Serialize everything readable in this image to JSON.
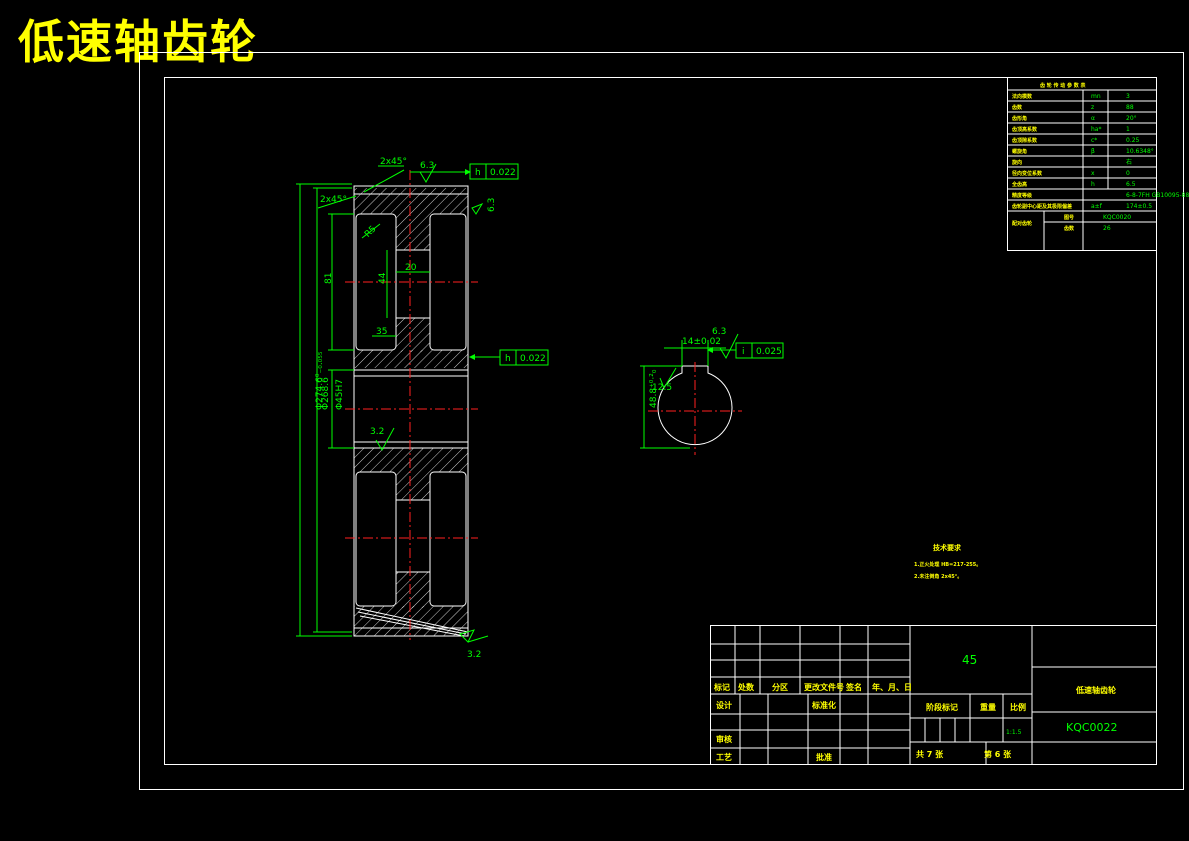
{
  "title": "低速轴齿轮",
  "params_table": {
    "header": "齿 轮 传 动 参 数 表",
    "rows": [
      {
        "name": "法向模数",
        "symbol": "mn",
        "value": "3"
      },
      {
        "name": "齿数",
        "symbol": "z",
        "value": "88"
      },
      {
        "name": "齿形角",
        "symbol": "α",
        "value": "20°"
      },
      {
        "name": "齿顶高系数",
        "symbol": "ha*",
        "value": "1"
      },
      {
        "name": "齿顶隙系数",
        "symbol": "c*",
        "value": "0.25"
      },
      {
        "name": "螺旋角",
        "symbol": "β",
        "value": "10.6348°"
      },
      {
        "name": "旋向",
        "symbol": "",
        "value": "右"
      },
      {
        "name": "径向变位系数",
        "symbol": "x",
        "value": "0"
      },
      {
        "name": "全齿高",
        "symbol": "h",
        "value": "6.5"
      },
      {
        "name": "精度等级",
        "symbol": "",
        "value": "6-8-7FH GB10095-88"
      },
      {
        "name": "齿轮副中心距及其极限偏差",
        "symbol": "a±f",
        "value": "174±0.5"
      }
    ],
    "pair_label": "配对齿轮",
    "pair_rows": [
      {
        "name": "图号",
        "value": "KQC0020"
      },
      {
        "name": "齿数",
        "value": "26"
      }
    ]
  },
  "dimensions": {
    "chamfer_top": "2x45°",
    "chamfer_left": "2x45°",
    "rough_top": "6.3",
    "rough_right": "6.3",
    "rough_hub": "3.2",
    "rough_bottom": "3.2",
    "tol_top_sym": "h",
    "tol_top_val": "0.022",
    "tol_mid_sym": "h",
    "tol_mid_val": "0.022",
    "r5": "R5",
    "d20": "20",
    "d44": "44",
    "d35": "35",
    "d81": "81",
    "dia_tip": "Φ274.6⁰₋₀.₀₅₅",
    "dia_rim": "Φ268.6",
    "dia_bore": "Φ45H7",
    "key_width": "14±0.02",
    "key_rough": "6.3",
    "key_tol_sym": "i",
    "key_tol_val": "0.025",
    "key_rough2": "12.5",
    "key_depth": "48.8⁺⁰·²₀"
  },
  "tech_req": {
    "title": "技术要求",
    "line1": "1.正火处理 HB=217-255。",
    "line2": "2.未注倒角 2x45°。"
  },
  "title_block": {
    "material": "45",
    "part_name": "低速轴齿轮",
    "drawing_no": "KQC0022",
    "scale_value": "1:1.5",
    "header_labels": [
      "标记",
      "处数",
      "分区",
      "更改文件号",
      "签名",
      "年、月、日"
    ],
    "design": "设计",
    "standardize": "标准化",
    "review": "审核",
    "process": "工艺",
    "approve": "批准",
    "stage_mark": "阶段标记",
    "weight": "重量",
    "scale": "比例",
    "total_sheets": "共  7  张",
    "sheet_no": "第  6  张"
  }
}
